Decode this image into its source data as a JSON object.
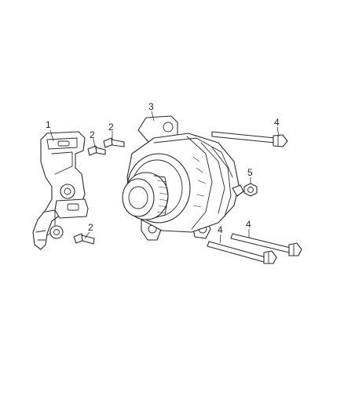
{
  "callouts": {
    "bracket": "1",
    "bolt_upper_left": "2",
    "bolt_upper_right": "2",
    "bolt_lower": "2",
    "alternator": "3",
    "long_bolt_upper": "4",
    "long_bolt_lower_left": "4",
    "long_bolt_lower_right": "4",
    "nut": "5"
  },
  "colors": {
    "line": "#2a2a2a",
    "background": "#ffffff"
  }
}
